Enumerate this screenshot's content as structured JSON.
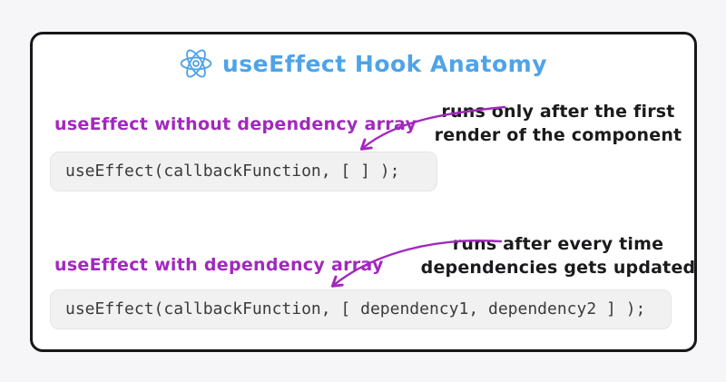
{
  "header": {
    "title": "useEffect Hook Anatomy",
    "icon": "react-logo"
  },
  "sections": [
    {
      "heading": "useEffect without dependency array",
      "code": "useEffect(callbackFunction, [ ] );",
      "annotation": {
        "line1": "runs only after the first",
        "line2": "render of the component"
      }
    },
    {
      "heading": "useEffect with dependency array",
      "code": "useEffect(callbackFunction, [ dependency1, dependency2 ] );",
      "annotation": {
        "line1": "runs after every time",
        "line2": "dependencies gets updated"
      }
    }
  ],
  "colors": {
    "title_blue": "#4fa3e8",
    "heading_purple": "#a228bd",
    "arrow_purple": "#a228bd",
    "code_text": "#3b3b3b",
    "code_background": "#f1f1f2",
    "annotation_text": "#1b1b1d",
    "card_border": "#18181b",
    "page_background": "#f6f6f9"
  }
}
